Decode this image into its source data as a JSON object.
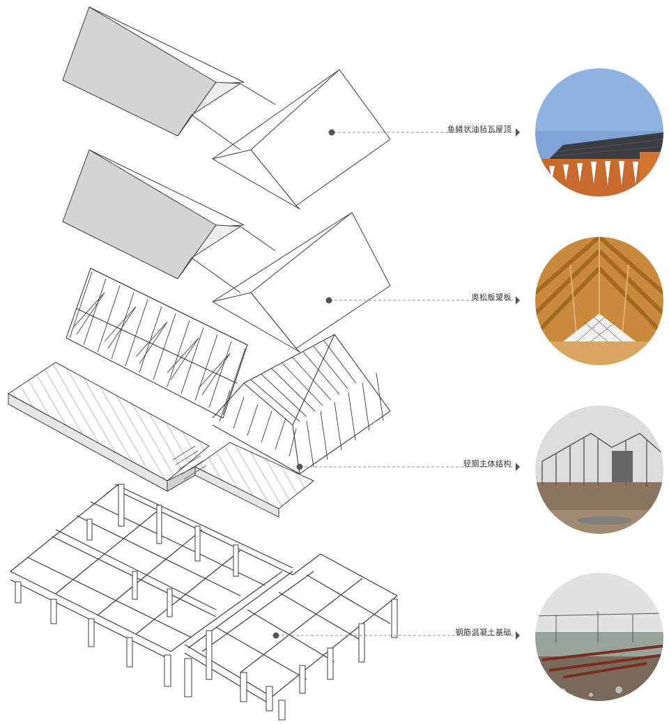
{
  "layers": [
    {
      "id": "roof",
      "label": "鱼鳞状油毡瓦屋顶",
      "photo_icon": "asphalt-shingle-roof-photo"
    },
    {
      "id": "osb",
      "label": "奥松板望板",
      "photo_icon": "osb-roof-sheathing-photo"
    },
    {
      "id": "steel",
      "label": "轻钢主体结构",
      "photo_icon": "light-steel-frame-photo"
    },
    {
      "id": "foundation",
      "label": "钢筋混凝土基础",
      "photo_icon": "reinforced-concrete-foundation-photo"
    }
  ],
  "colors": {
    "roof_shade": "#d4d4d4",
    "line": "#3a3a3a",
    "leader": "#8a8a8a",
    "dot": "#555555",
    "sky": "#7fa3d6",
    "shingle": "#3a3d42",
    "timber": "#c98a3c",
    "earth": "#8b7560"
  }
}
